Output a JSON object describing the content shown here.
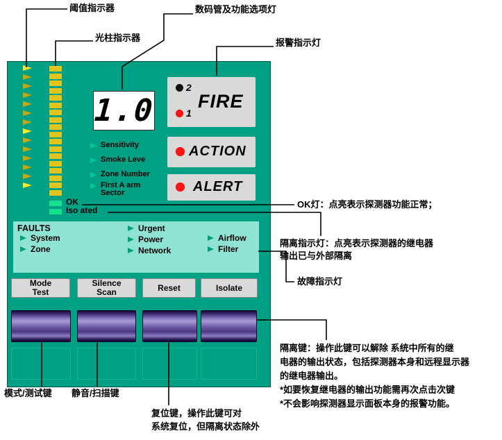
{
  "panel": {
    "display_value": "1.0",
    "threshold": {
      "count": 14,
      "bright": [
        0,
        7,
        13
      ]
    },
    "bargraph": {
      "segments": 18
    },
    "status": {
      "ok": "OK",
      "isolated": "Iso ated"
    },
    "function_lights": {
      "items": [
        "Sensitivity",
        "Smoke Leve",
        "Zone Number",
        "First A arm"
      ],
      "sub": "Sector"
    },
    "alarm": {
      "fire": {
        "label": "FIRE",
        "zone2": "2",
        "zone1": "1"
      },
      "action": {
        "label": "ACTION"
      },
      "alert": {
        "label": "ALERT"
      }
    },
    "faults": {
      "title": "FAULTS",
      "col1": [
        "System",
        "Zone"
      ],
      "col2": [
        "Urgent",
        "Power",
        "Network"
      ],
      "col3": [
        "Airflow",
        "Filter"
      ]
    },
    "buttons": [
      {
        "top": "Mode",
        "bottom": "Test"
      },
      {
        "top": "Silence",
        "bottom": "Scan"
      },
      {
        "top": "Reset"
      },
      {
        "top": "Isolate"
      }
    ],
    "colors": {
      "panel_teal": "#00A085",
      "faults_aqua": "#8FE3D3",
      "led_yellow": "#E3C41A",
      "led_green": "#14E08E",
      "alarm_red": "#FF1414",
      "key_purple": "#7A68B0",
      "plate_gray": "#D9D9D9"
    }
  },
  "annotations": {
    "threshold": "阈值指示器",
    "display": "数码管及功能选项灯",
    "bargraph": "光柱指示器",
    "alarm": "报警指示灯",
    "ok": "OK灯：点亮表示探测器功能正常；",
    "isolated": "隔离指示灯：点亮表示探测器的继电器\n输出已与外部隔离",
    "fault": "故障指示灯",
    "isolate_key": "隔离键：操作此键可以解除 系统中所有的继\n电器的输出状态，包括探测器本身和远程显示器\n的继电器输出。\n*如要恢复继电器的输出功能需再次点击次键\n*不会影响探测器显示面板本身的报警功能。",
    "mode_key": "模式/测试键",
    "silence_key": "静音/扫描键",
    "reset_key": "复位键，操作此键可对\n系统复位，但隔离状态除外"
  }
}
